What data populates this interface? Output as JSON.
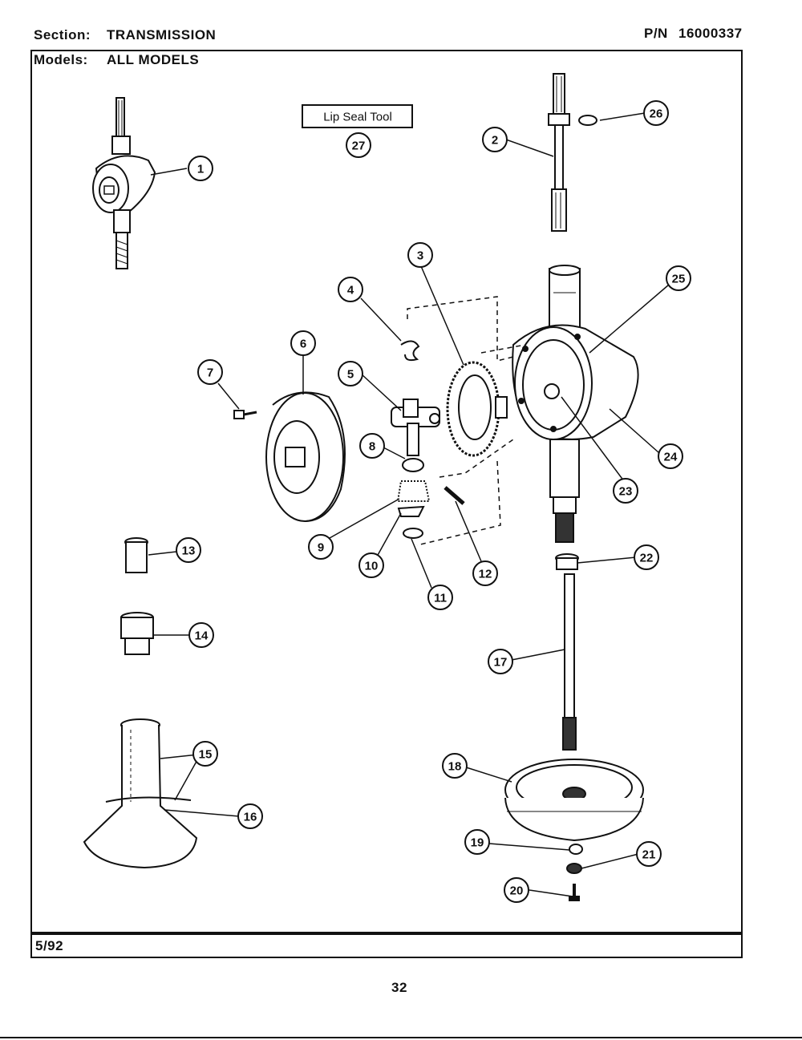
{
  "header": {
    "section_label": "Section:",
    "section_value": "TRANSMISSION",
    "part_number_label": "P/N",
    "part_number_value": "16000337",
    "models_label": "Models:",
    "models_value": "ALL MODELS"
  },
  "footer": {
    "date": "5/92",
    "page_number": "32"
  },
  "tool_box_label": "Lip Seal Tool",
  "callouts": [
    "1",
    "2",
    "3",
    "4",
    "5",
    "6",
    "7",
    "8",
    "9",
    "10",
    "11",
    "12",
    "13",
    "14",
    "15",
    "16",
    "17",
    "18",
    "19",
    "20",
    "21",
    "22",
    "23",
    "24",
    "25",
    "26",
    "27"
  ]
}
